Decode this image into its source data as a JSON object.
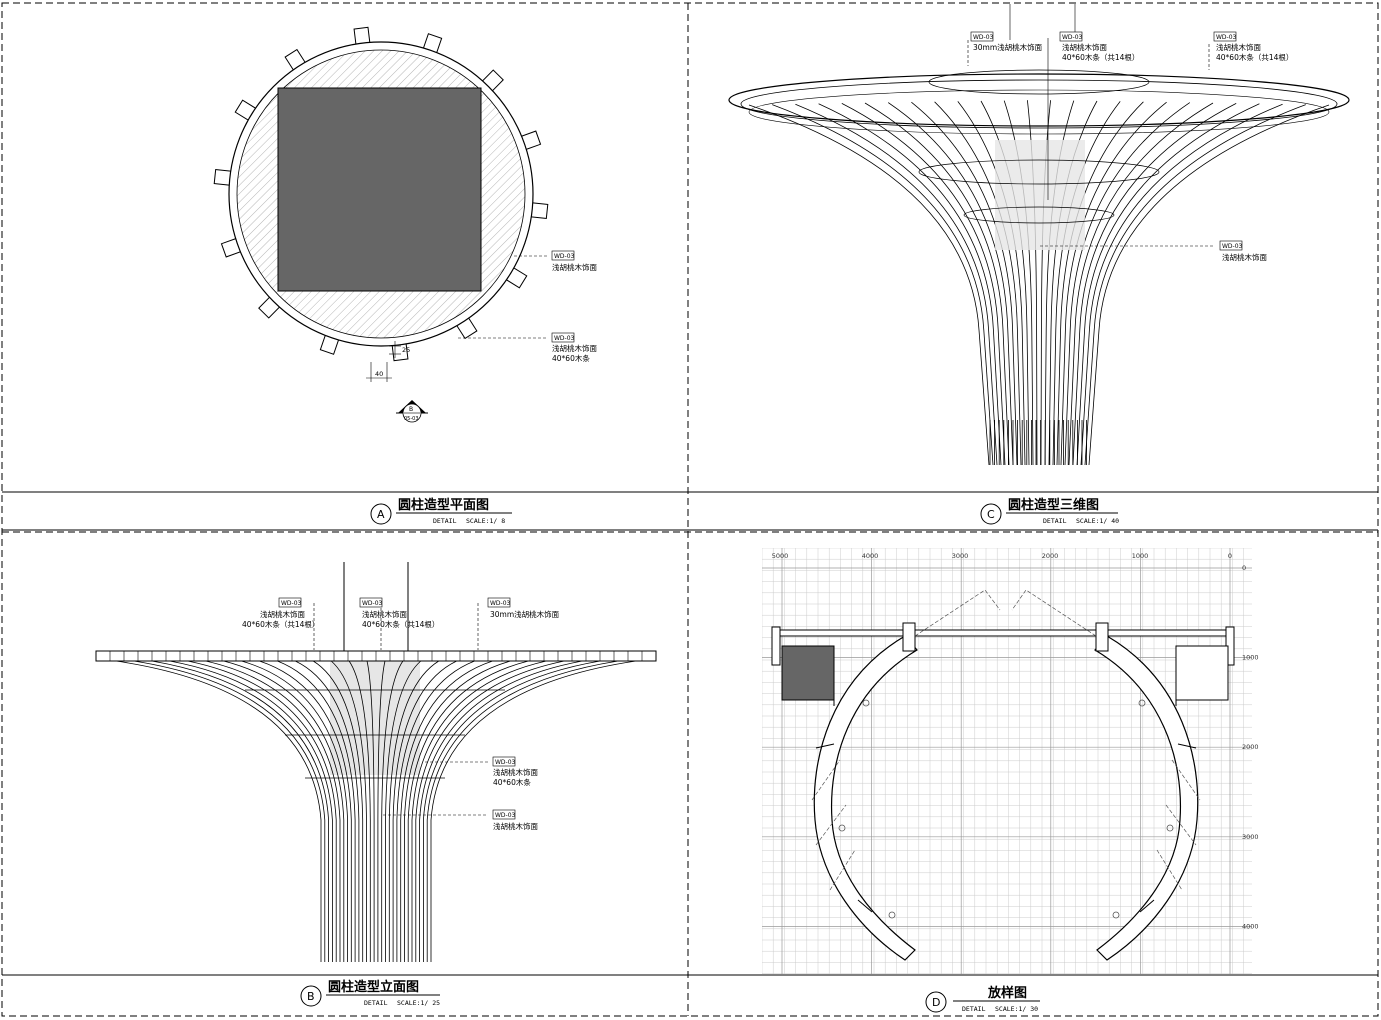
{
  "panels": {
    "A": {
      "letter": "A",
      "title": "圆柱造型平面图",
      "detail": "DETAIL",
      "scale": "SCALE:1/  8",
      "callouts": [
        {
          "tag": "WD-03",
          "lines": [
            "浅胡桃木饰面"
          ]
        },
        {
          "tag": "WD-03",
          "lines": [
            "浅胡桃木饰面",
            "40*60木条"
          ]
        }
      ],
      "dims": {
        "gap": "25",
        "width": "40"
      },
      "section_marker": {
        "top": "B",
        "bottom": "05-03"
      }
    },
    "C": {
      "letter": "C",
      "title": "圆柱造型三维图",
      "detail": "DETAIL",
      "scale": "SCALE:1/  40",
      "callouts": [
        {
          "tag": "WD-03",
          "lines": [
            "30mm浅胡桃木饰面"
          ]
        },
        {
          "tag": "WD-03",
          "lines": [
            "浅胡桃木饰面",
            "40*60木条（共14根）"
          ]
        },
        {
          "tag": "WD-03",
          "lines": [
            "浅胡桃木饰面",
            "40*60木条（共14根）"
          ]
        },
        {
          "tag": "WD-03",
          "lines": [
            "浅胡桃木饰面"
          ]
        }
      ]
    },
    "B": {
      "letter": "B",
      "title": "圆柱造型立面图",
      "detail": "DETAIL",
      "scale": "SCALE:1/  25",
      "callouts": [
        {
          "tag": "WD-03",
          "lines": [
            "浅胡桃木饰面",
            "40*60木条（共14根）"
          ]
        },
        {
          "tag": "WD-03",
          "lines": [
            "浅胡桃木饰面",
            "40*60木条（共14根）"
          ]
        },
        {
          "tag": "WD-03",
          "lines": [
            "30mm浅胡桃木饰面"
          ]
        },
        {
          "tag": "WD-03",
          "lines": [
            "浅胡桃木饰面",
            "40*60木条"
          ]
        },
        {
          "tag": "WD-03",
          "lines": [
            "浅胡桃木饰面"
          ]
        }
      ]
    },
    "D": {
      "letter": "D",
      "title": "放样图",
      "detail": "DETAIL",
      "scale": "SCALE:1/  30",
      "x_ticks": [
        "5000",
        "4000",
        "3000",
        "2000",
        "1000",
        "0"
      ],
      "y_ticks": [
        "0",
        "1000",
        "2000",
        "3000",
        "4000"
      ]
    }
  },
  "colors": {
    "line": "#000000",
    "fill_dark": "#666666",
    "grid": "#bbbbbb",
    "shade": "#e6e6e6"
  }
}
